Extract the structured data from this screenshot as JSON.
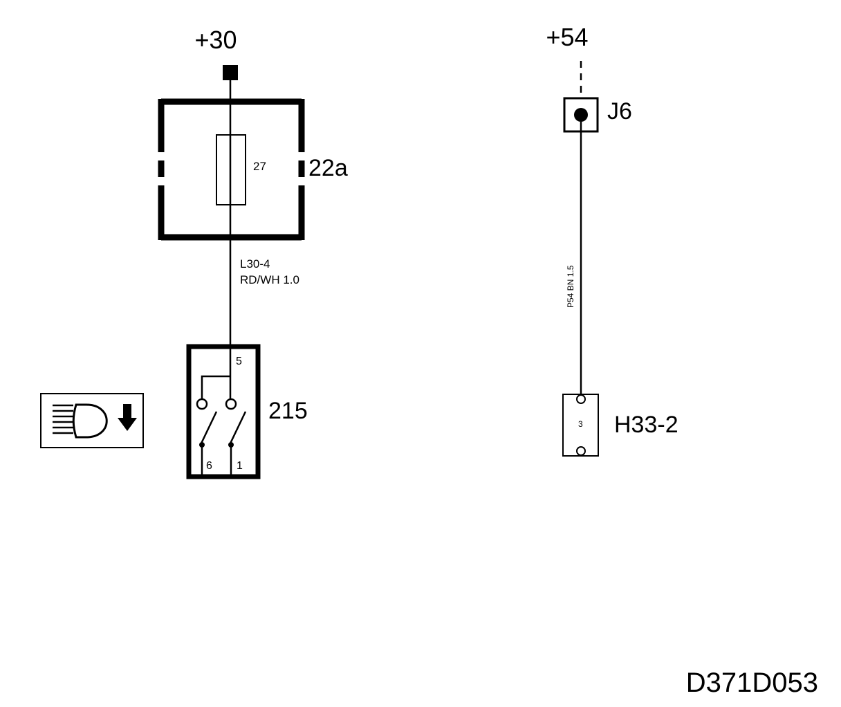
{
  "supply_left": {
    "label": "+30"
  },
  "supply_right": {
    "label": "+54"
  },
  "fuse_box": {
    "ref": "22a",
    "fuse_number": "27"
  },
  "wire_left": {
    "code": "L30-4",
    "spec": "RD/WH 1.0"
  },
  "switch": {
    "ref": "215",
    "pin_top": "5",
    "pin_bottom_left": "6",
    "pin_bottom_right": "1",
    "icon": "headlight-dip-icon"
  },
  "junction": {
    "ref": "J6"
  },
  "wire_right": {
    "label": "P54 BN 1.5"
  },
  "connector": {
    "ref": "H33-2",
    "pin": "3"
  },
  "drawing_code": "D371D053"
}
